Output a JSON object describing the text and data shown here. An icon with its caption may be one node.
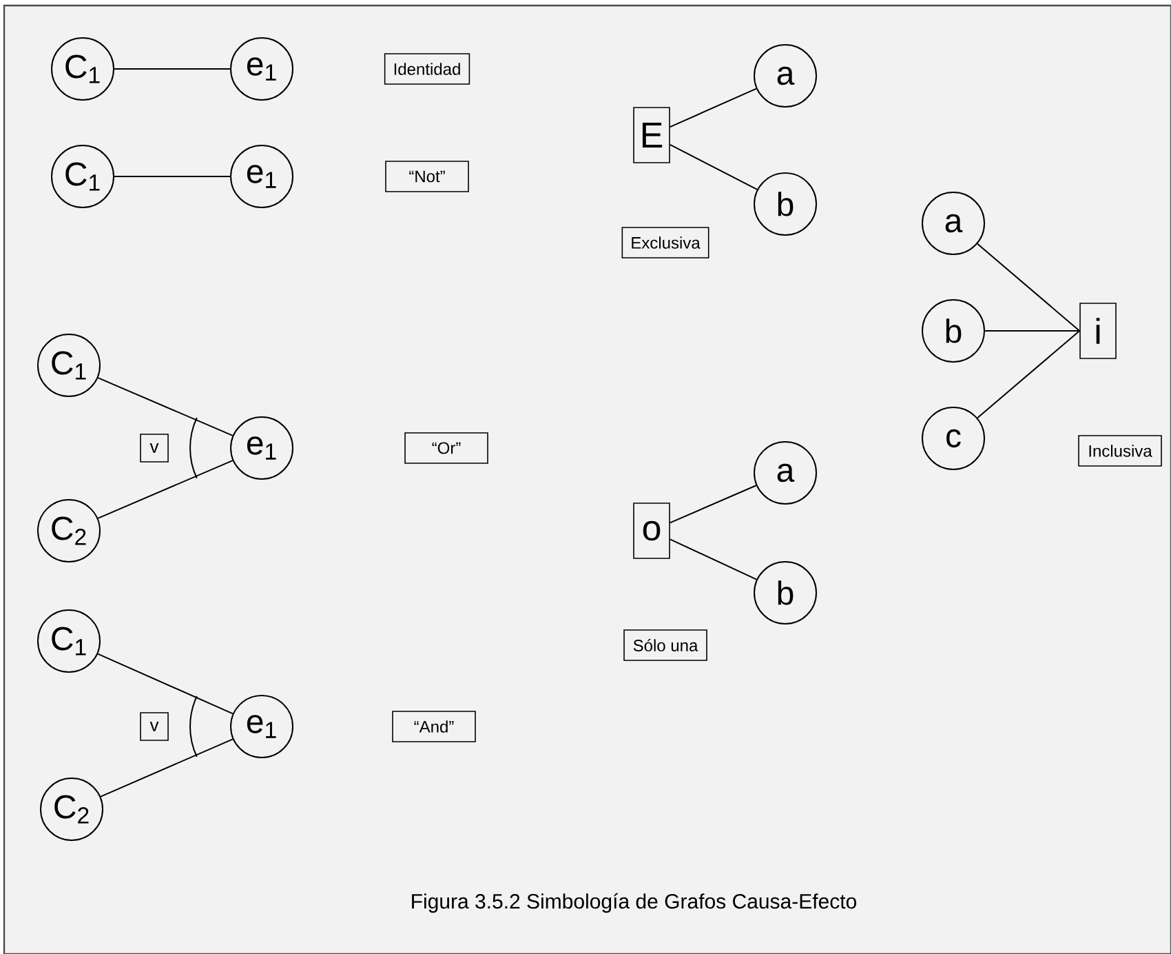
{
  "diagram": {
    "caption": "Figura 3.5.2  Simbología de Grafos Causa-Efecto",
    "nodes": [
      {
        "text": [
          "C$_{1}$"
        ]
      },
      {
        "text": [
          "e$_{1}$"
        ]
      },
      {
        "text": [
          "Identidad"
        ]
      },
      {
        "text": [
          "C$_{1}$"
        ]
      },
      {
        "text": [
          "e$_{1}$"
        ]
      },
      {
        "text": [
          "“Not”"
        ]
      },
      {
        "text": [
          "C$_{1}$"
        ]
      },
      {
        "text": [
          "v"
        ]
      },
      {
        "text": [
          "e$_{1}$"
        ]
      },
      {
        "text": [
          "“Or”"
        ]
      },
      {
        "text": [
          "C$_{2}$"
        ]
      },
      {
        "text": [
          "C$_{1}$"
        ]
      },
      {
        "text": [
          "v"
        ]
      },
      {
        "text": [
          "e$_{1}$"
        ]
      },
      {
        "text": [
          "“And”"
        ]
      },
      {
        "text": [
          "C$_{2}$"
        ]
      },
      {
        "text": [
          "E"
        ]
      },
      {
        "text": [
          "a"
        ]
      },
      {
        "text": [
          "b"
        ]
      },
      {
        "text": [
          "Exclusiva"
        ]
      },
      {
        "text": [
          "o"
        ]
      },
      {
        "text": [
          "a"
        ]
      },
      {
        "text": [
          "b"
        ]
      },
      {
        "text": [
          "Sólo una"
        ]
      },
      {
        "text": [
          "a"
        ]
      },
      {
        "text": [
          "b"
        ]
      },
      {
        "text": [
          "c"
        ]
      },
      {
        "text": [
          "i"
        ]
      },
      {
        "text": [
          "Inclusiva"
        ]
      }
    ],
    "edges": [
      {
        "from": 0,
        "to": 1,
        "arrow": "none"
      },
      {
        "from": 3,
        "to": 4,
        "arrow": "none"
      },
      {
        "from": 6,
        "to": 8,
        "arrow": "none"
      },
      {
        "from": 10,
        "to": 8,
        "arrow": "none"
      },
      {
        "from": 11,
        "to": 13,
        "arrow": "none"
      },
      {
        "from": 15,
        "to": 13,
        "arrow": "none"
      },
      {
        "from": 16,
        "to": 17,
        "arrow": "none"
      },
      {
        "from": 16,
        "to": 18,
        "arrow": "none"
      },
      {
        "from": 20,
        "to": 21,
        "arrow": "none"
      },
      {
        "from": 20,
        "to": 22,
        "arrow": "none"
      },
      {
        "from": 24,
        "to": 27,
        "arrow": "none"
      },
      {
        "from": 25,
        "to": 27,
        "arrow": "none"
      },
      {
        "from": 26,
        "to": 27,
        "arrow": "none"
      }
    ]
  }
}
